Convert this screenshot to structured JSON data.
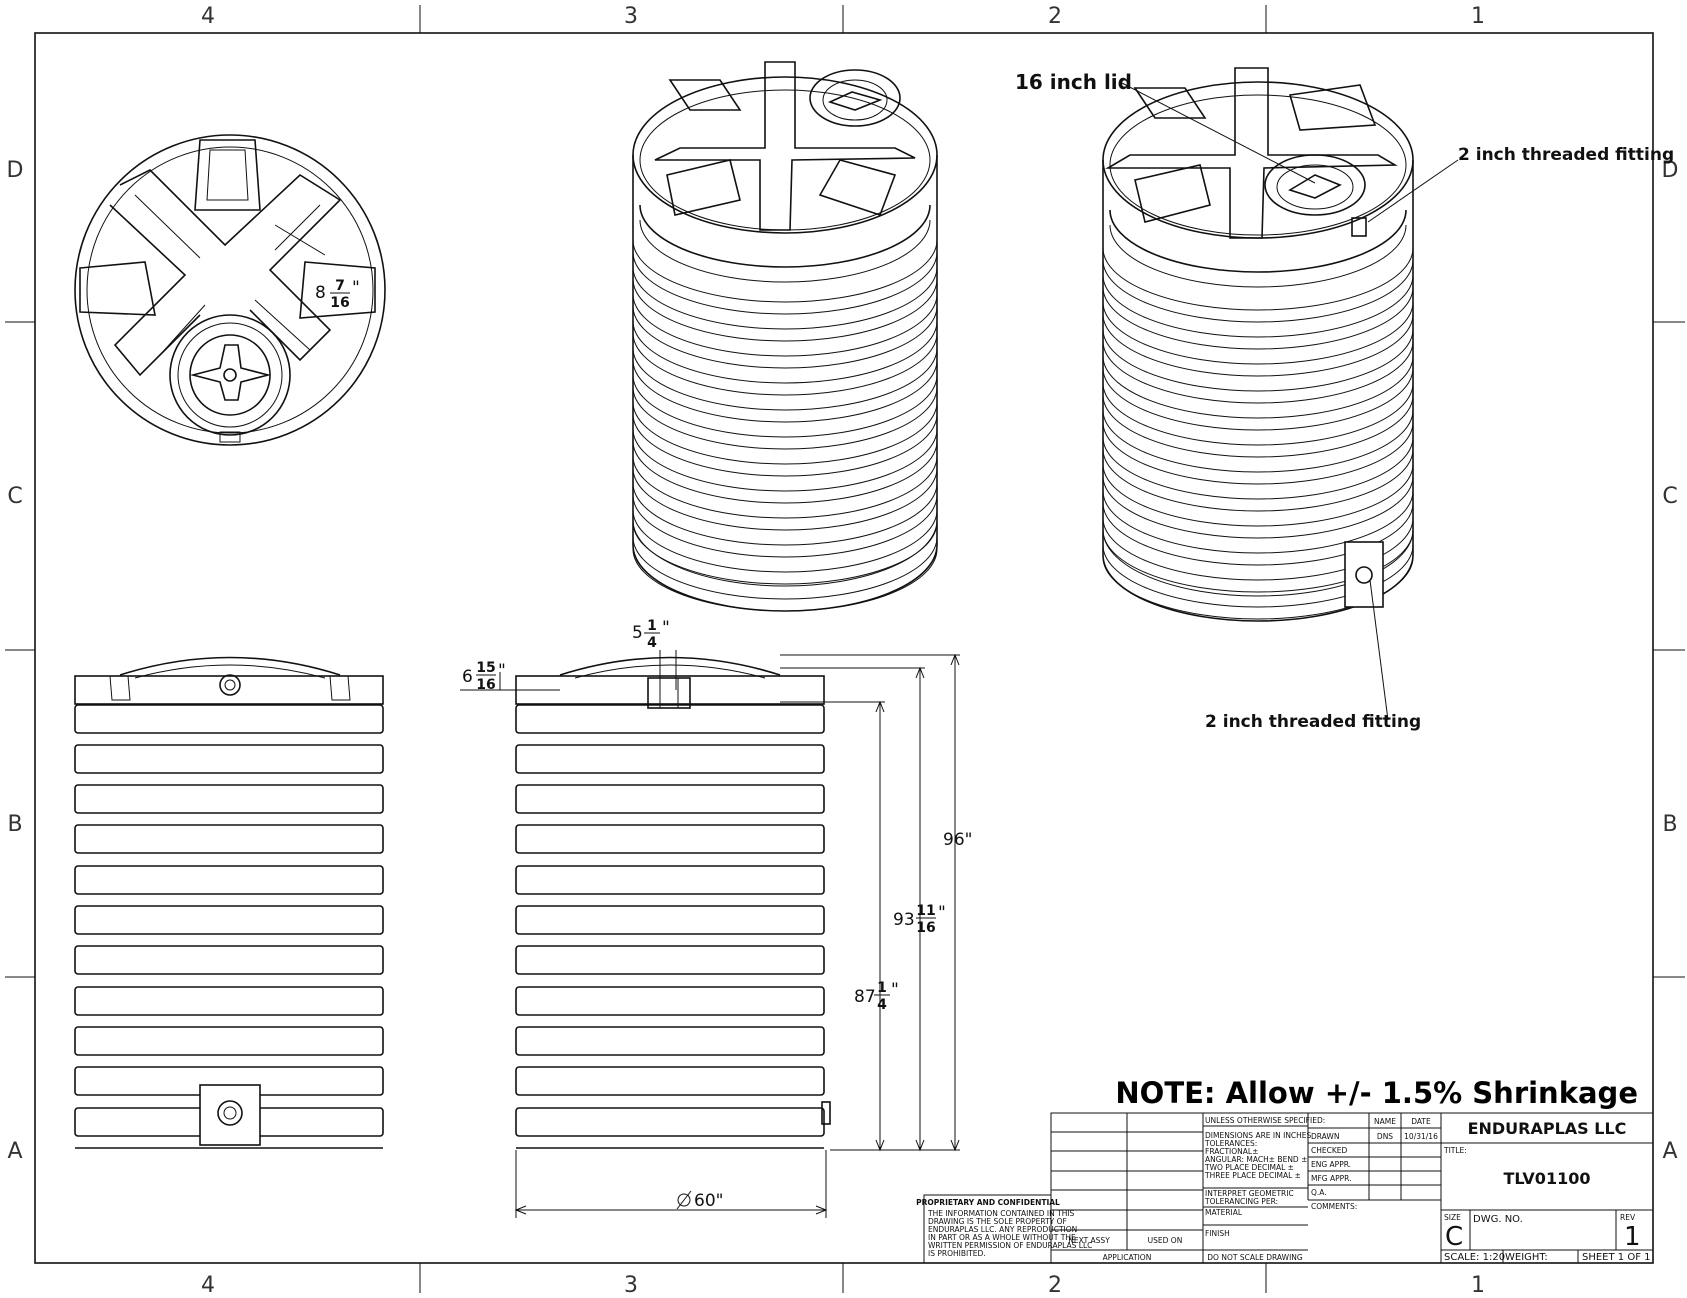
{
  "border": {
    "columns_top": [
      "4",
      "3",
      "2",
      "1"
    ],
    "columns_bottom": [
      "4",
      "3",
      "2",
      "1"
    ],
    "rows_left": [
      "D",
      "C",
      "B",
      "A"
    ],
    "rows_right": [
      "D",
      "C",
      "B",
      "A"
    ]
  },
  "callouts": {
    "lid": "16 inch lid",
    "fitting_top": "2 inch threaded fitting",
    "fitting_bottom": "2 inch threaded fitting"
  },
  "dims": {
    "top_whole": "8",
    "top_num": "7",
    "top_den": "16",
    "inch": "\"",
    "rise_whole": "5",
    "rise_num": "1",
    "rise_den": "4",
    "dome_whole": "6",
    "dome_num": "15",
    "dome_den": "16",
    "overall": "96\"",
    "h2_whole": "93",
    "h2_num": "11",
    "h2_den": "16",
    "h3_whole": "87",
    "h3_num": "1",
    "h3_den": "4",
    "diameter": "60\""
  },
  "note": "NOTE: Allow +/- 1.5% Shrinkage",
  "title_block": {
    "company": "ENDURAPLAS LLC",
    "title_label": "TITLE:",
    "title": "TLV01100",
    "size_label": "SIZE",
    "size": "C",
    "dwg_label": "DWG.  NO.",
    "rev_label": "REV",
    "rev": "1",
    "scale": "SCALE: 1:20",
    "weight": "WEIGHT:",
    "sheet": "SHEET 1 OF 1",
    "col_name": "NAME",
    "col_date": "DATE",
    "drawn": "DRAWN",
    "drawn_name": "DNS",
    "drawn_date": "10/31/16",
    "checked": "CHECKED",
    "eng_appr": "ENG APPR.",
    "mfg_appr": "MFG APPR.",
    "qa": "Q.A.",
    "comments": "COMMENTS:",
    "unless": "UNLESS OTHERWISE SPECIFIED:",
    "tol_1": "DIMENSIONS ARE IN INCHES",
    "tol_2": "TOLERANCES:",
    "tol_3": "FRACTIONAL±",
    "tol_4": "ANGULAR: MACH±    BEND ±",
    "tol_5": "TWO PLACE DECIMAL    ±",
    "tol_6": "THREE PLACE DECIMAL  ±",
    "interpret_1": "INTERPRET GEOMETRIC",
    "interpret_2": "TOLERANCING PER:",
    "material": "MATERIAL",
    "finish": "FINISH",
    "do_not_scale": "DO NOT SCALE DRAWING",
    "next_assy": "NEXT ASSY",
    "used_on": "USED ON",
    "application": "APPLICATION",
    "prop_title": "PROPRIETARY AND CONFIDENTIAL",
    "prop_1": "THE INFORMATION CONTAINED IN THIS",
    "prop_2": "DRAWING IS THE SOLE PROPERTY OF",
    "prop_3": "ENDURAPLAS LLC.  ANY REPRODUCTION",
    "prop_4": "IN PART OR AS A WHOLE WITHOUT THE",
    "prop_5": "WRITTEN PERMISSION OF ENDURAPLAS LLC",
    "prop_6": "IS PROHIBITED."
  }
}
